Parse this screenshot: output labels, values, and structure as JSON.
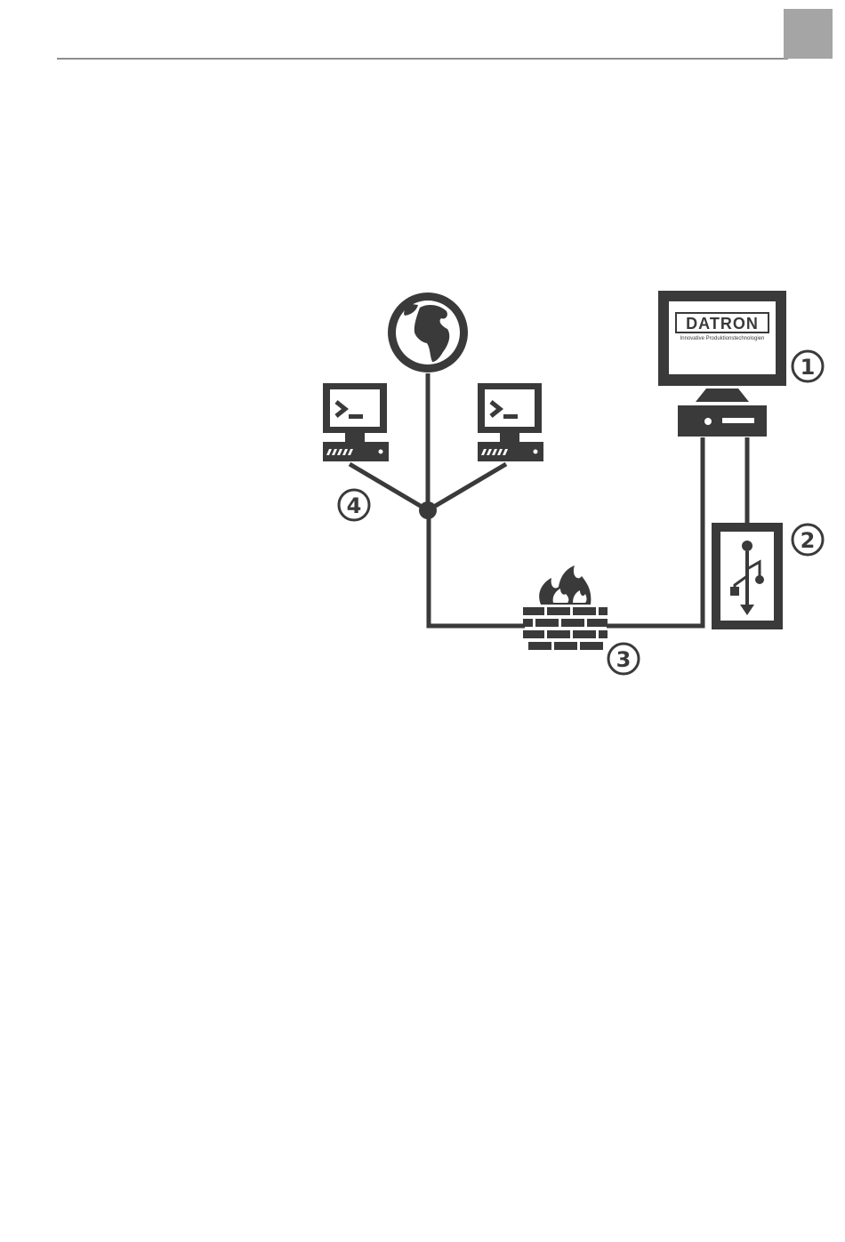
{
  "monitor": {
    "brand_name": "DATRON",
    "brand_tagline": "Innovative Produktionstechnologien"
  },
  "callouts": [
    "1",
    "2",
    "3",
    "4"
  ],
  "colors": {
    "ink": "#3a3a3a",
    "header_rule": "#8e8e8e",
    "corner_tab": "#a5a5a5",
    "background": "#ffffff"
  },
  "icons": [
    "globe-icon",
    "terminal-computer-icon",
    "datron-workstation-icon",
    "usb-stick-icon",
    "firewall-icon"
  ]
}
